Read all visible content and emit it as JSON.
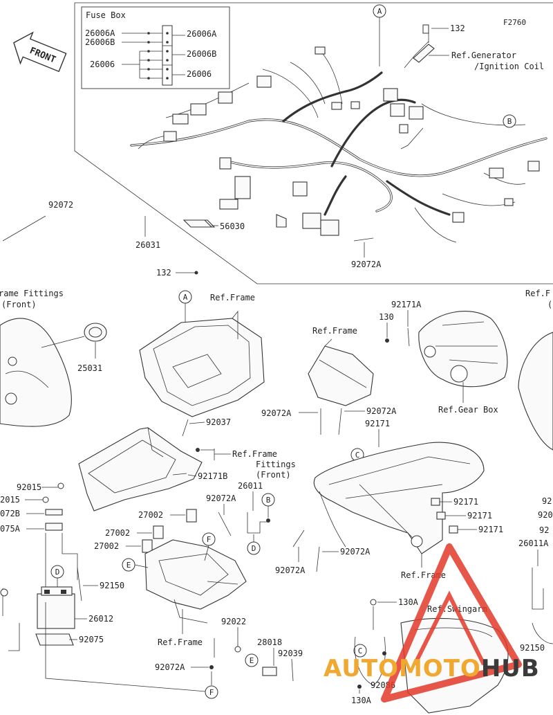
{
  "diagram_id": "F2760",
  "front_label": "FRONT",
  "fuse_box": {
    "title": "Fuse Box",
    "labels": [
      "26006A",
      "26006B",
      "26006",
      "26006A",
      "26006B",
      "26006"
    ]
  },
  "refs": {
    "generator": "Ref.Generator",
    "ignition": "/Ignition Coil",
    "frame": "Ref.Frame",
    "frame_fittings_front_1": "rame Fittings",
    "frame_fittings_front_2": "(Front)",
    "frame_fittings_3": "Ref.Frame",
    "frame_fittings_4": "Fittings",
    "frame_fittings_5": "(Front)",
    "gear_box": "Ref.Gear Box",
    "swingarm": "Ref.Swingarm",
    "right_edge_1": "Ref.F",
    "right_edge_2": "("
  },
  "part_numbers": {
    "p132_top": "132",
    "p92072_left": "92072",
    "p56030": "56030",
    "p26031": "26031",
    "p92072A_top": "92072A",
    "p132_mid": "132",
    "p25031": "25031",
    "p92171A": "92171A",
    "p130": "130",
    "p92072A_a": "92072A",
    "p92072A_b": "92072A",
    "p92171_top": "92171",
    "p92037": "92037",
    "p92171B": "92171B",
    "p92015_a": "92015",
    "p92015_b": "2015",
    "p92072B": "072B",
    "p92075A": "075A",
    "p26011": "26011",
    "p92072A_c": "92072A",
    "p27002_a": "27002",
    "p27002_b": "27002",
    "p27002_c": "27002",
    "p92150": "92150",
    "p26012": "26012",
    "p92075": "92075",
    "p92171_a": "92171",
    "p92171_b": "92171",
    "p92171_c": "92171",
    "p92072A_d": "92072A",
    "p92072A_e": "92072A",
    "p92022": "92022",
    "p28018": "28018",
    "p92039": "92039",
    "p92072A_f": "92072A",
    "p130A_a": "130A",
    "p130A_b": "130A",
    "p92086": "92086",
    "p92_r1": "92",
    "p920_r2": "920",
    "p92_r3": "92",
    "p26011A": "26011A",
    "p92150_r": "92150"
  },
  "callouts": [
    "A",
    "B",
    "A",
    "C",
    "B",
    "D",
    "D",
    "E",
    "F",
    "E",
    "F",
    "C"
  ],
  "watermark": {
    "part1": "AUTOMOTO",
    "part2": "HUB"
  }
}
